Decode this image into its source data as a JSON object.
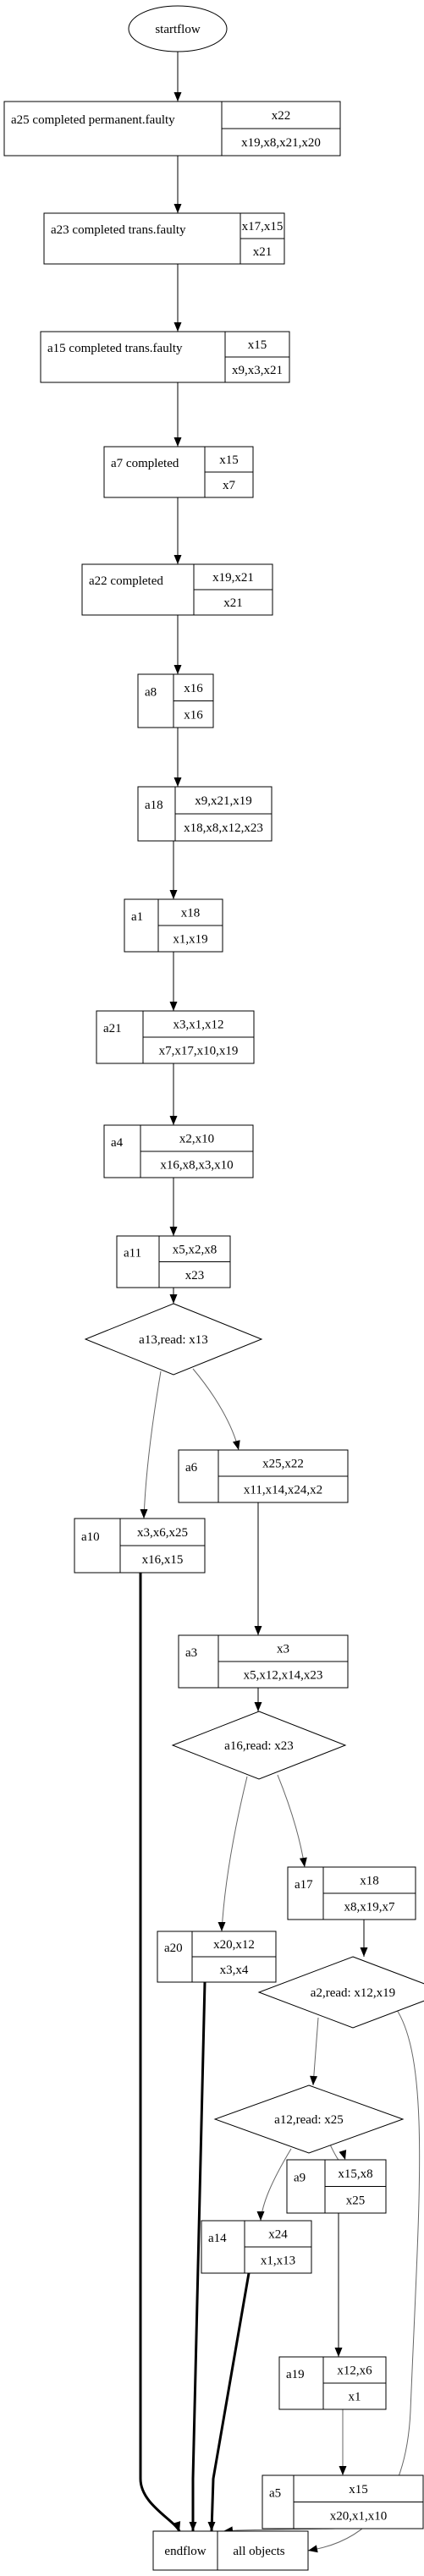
{
  "start": "startflow",
  "nodes": [
    {
      "id": "a25",
      "title": "a25 completed permanent.faulty",
      "top": "x22",
      "bottom": "x19,x8,x21,x20"
    },
    {
      "id": "a23",
      "title": "a23 completed trans.faulty",
      "top": "x17,x15",
      "bottom": "x21"
    },
    {
      "id": "a15",
      "title": "a15 completed trans.faulty",
      "top": "x15",
      "bottom": "x9,x3,x21"
    },
    {
      "id": "a7",
      "title": "a7 completed",
      "top": "x15",
      "bottom": "x7"
    },
    {
      "id": "a22",
      "title": "a22 completed",
      "top": "x19,x21",
      "bottom": "x21"
    },
    {
      "id": "a8",
      "title": "a8",
      "top": "x16",
      "bottom": "x16"
    },
    {
      "id": "a18",
      "title": "a18",
      "top": "x9,x21,x19",
      "bottom": "x18,x8,x12,x23"
    },
    {
      "id": "a1",
      "title": "a1",
      "top": "x18",
      "bottom": "x1,x19"
    },
    {
      "id": "a21",
      "title": "a21",
      "top": "x3,x1,x12",
      "bottom": "x7,x17,x10,x19"
    },
    {
      "id": "a4",
      "title": "a4",
      "top": "x2,x10",
      "bottom": "x16,x8,x3,x10"
    },
    {
      "id": "a11",
      "title": "a11",
      "top": "x5,x2,x8",
      "bottom": "x23"
    },
    {
      "id": "a6",
      "title": "a6",
      "top": "x25,x22",
      "bottom": "x11,x14,x24,x2"
    },
    {
      "id": "a10",
      "title": "a10",
      "top": "x3,x6,x25",
      "bottom": "x16,x15"
    },
    {
      "id": "a3",
      "title": "a3",
      "top": "x3",
      "bottom": "x5,x12,x14,x23"
    },
    {
      "id": "a17",
      "title": "a17",
      "top": "x18",
      "bottom": "x8,x19,x7"
    },
    {
      "id": "a20",
      "title": "a20",
      "top": "x20,x12",
      "bottom": "x3,x4"
    },
    {
      "id": "a9",
      "title": "a9",
      "top": "x15,x8",
      "bottom": "x25"
    },
    {
      "id": "a14",
      "title": "a14",
      "top": "x24",
      "bottom": "x1,x13"
    },
    {
      "id": "a19",
      "title": "a19",
      "top": "x12,x6",
      "bottom": "x1"
    },
    {
      "id": "a5",
      "title": "a5",
      "top": "x15",
      "bottom": "x20,x1,x10"
    }
  ],
  "decisions": [
    {
      "id": "a13",
      "label": "a13,read: x13"
    },
    {
      "id": "a16",
      "label": "a16,read: x23"
    },
    {
      "id": "a2",
      "label": "a2,read: x12,x19"
    },
    {
      "id": "a12",
      "label": "a12,read: x25"
    }
  ],
  "end": {
    "left": "endflow",
    "right": "all objects"
  }
}
